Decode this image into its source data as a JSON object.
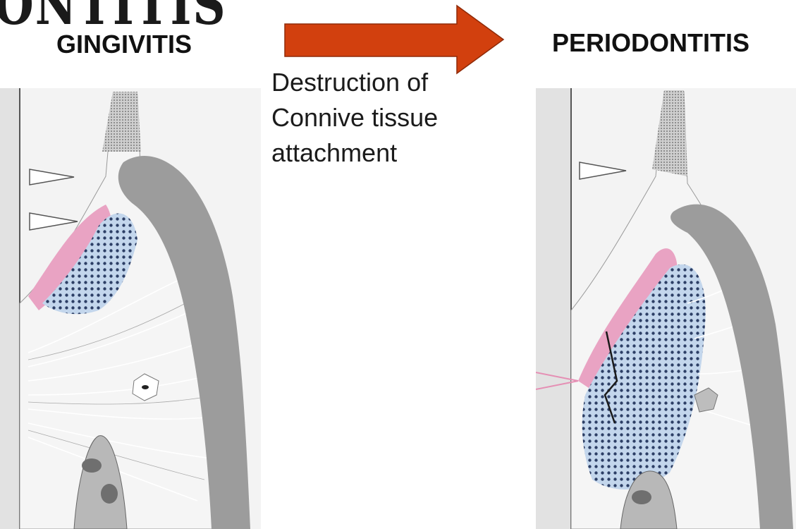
{
  "partial_title": "ONTITIS",
  "stage_left": "GINGIVITIS",
  "stage_right": "PERIODONTITIS",
  "transition": {
    "line1": "Destruction of",
    "line2": "Connive tissue",
    "line3": "attachment"
  },
  "colors": {
    "arrow": "#d2400e",
    "tooth": "#9c9c9c",
    "inflamed_pink": "#e9a3c3",
    "infiltrate_blue": "#9fb9d6",
    "fibers": "#ffffff",
    "bone": "#b8b8b8"
  }
}
